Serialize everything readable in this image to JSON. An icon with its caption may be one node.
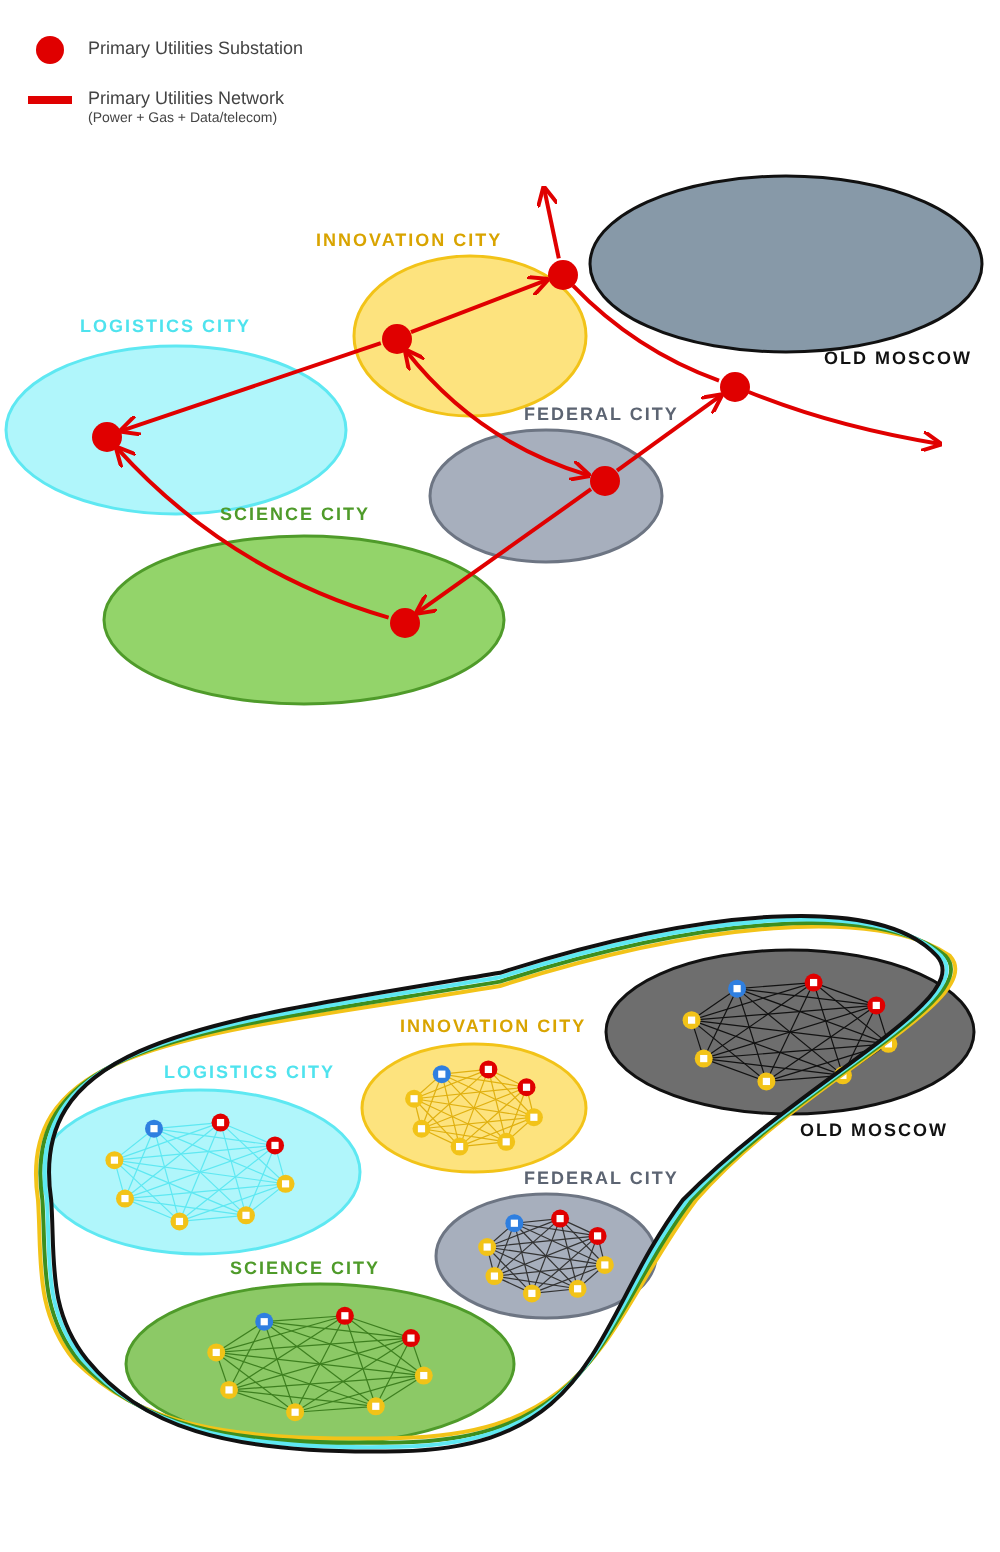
{
  "diagram": {
    "nodes": [
      {
        "text": [
          "LOGISTICS CITY"
        ]
      },
      {
        "text": [
          "INNOVATION CITY"
        ]
      },
      {
        "text": [
          "FEDERAL CITY"
        ]
      },
      {
        "text": [
          "SCIENCE CITY"
        ]
      },
      {
        "text": [
          "OLD MOSCOW"
        ]
      },
      {
        "text": [],
        "shape": "circle",
        "in": 0
      },
      {
        "text": [],
        "shape": "circle",
        "in": 1
      },
      {
        "text": [],
        "shape": "circle",
        "in": 2
      },
      {
        "text": [],
        "shape": "circle",
        "in": 3
      },
      {
        "text": [],
        "shape": "circle"
      },
      {
        "text": [],
        "shape": "circle"
      },
      {
        "text": [
          "LOGISTICS CITY"
        ]
      },
      {
        "text": [
          "INNOVATION CITY"
        ]
      },
      {
        "text": [
          "OLD MOSCOW"
        ]
      },
      {
        "text": [
          "FEDERAL CITY"
        ]
      },
      {
        "text": [
          "SCIENCE CITY"
        ]
      }
    ],
    "edges": [
      {
        "from": 6,
        "to": 5,
        "arrow": "to"
      },
      {
        "from": 6,
        "to": 9,
        "arrow": "to"
      },
      {
        "from": 6,
        "to": 7,
        "arrow": "both"
      },
      {
        "from": 7,
        "to": 10,
        "arrow": "to"
      },
      {
        "from": 7,
        "to": 8,
        "arrow": "to"
      },
      {
        "from": 8,
        "to": 5,
        "arrow": "to"
      },
      {
        "from": 9,
        "to": null,
        "arrow": "to"
      },
      {
        "from": 9,
        "to": 10,
        "arrow": "none"
      },
      {
        "from": 10,
        "to": null,
        "arrow": "to"
      }
    ],
    "labels": [
      "(Power + Gas + Data/telecom)"
    ],
    "legend": [
      {
        "text": "Primary Utilities Substation"
      },
      {
        "text": "Primary Utilities Network"
      }
    ]
  }
}
